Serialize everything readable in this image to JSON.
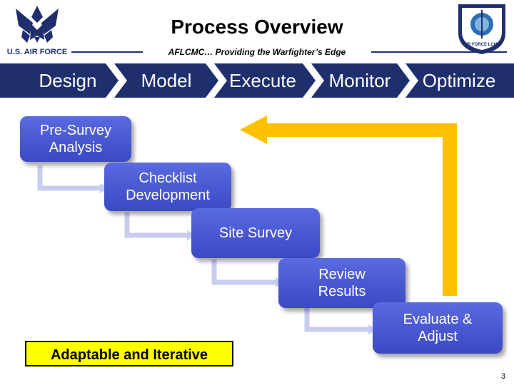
{
  "header": {
    "title": "Process Overview",
    "tagline": "AFLCMC… Providing the Warfighter’s Edge",
    "logo_text": "U.S. AIR FORCE",
    "seal_text": "AIR FORCE LCMC"
  },
  "process_bar": {
    "stages": [
      "Design",
      "Model",
      "Execute",
      "Monitor",
      "Optimize"
    ]
  },
  "steps": {
    "pre_survey": [
      "Pre-Survey",
      "Analysis"
    ],
    "checklist": [
      "Checklist",
      "Development"
    ],
    "site_survey": [
      "Site Survey"
    ],
    "review": [
      "Review",
      "Results"
    ],
    "evaluate": [
      "Evaluate &",
      "Adjust"
    ]
  },
  "callout": "Adaptable and Iterative",
  "page_number": "3",
  "colors": {
    "navy": "#1f2f6e",
    "step_blue": "#3b49c4",
    "arrow_yellow": "#ffc000",
    "connector_lavender": "#c8cdf0",
    "callout_yellow": "#ffff00"
  }
}
